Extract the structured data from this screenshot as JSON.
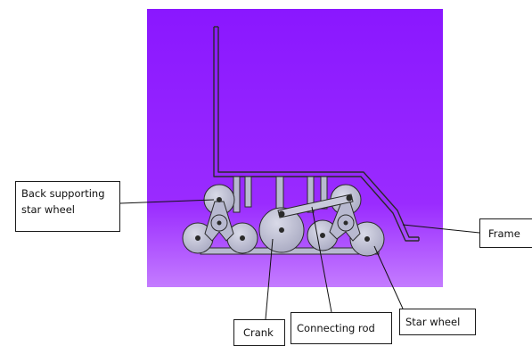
{
  "diagram": {
    "background_top_color": "#8a17ff",
    "background_bottom_color": "#c47cff",
    "part_color": "#b8b9d0",
    "outline_color": "#2a2a2a",
    "labels": {
      "back_supporting_line1": "Back supporting",
      "back_supporting_line2": "star wheel",
      "frame": "Frame",
      "crank": "Crank",
      "connecting_rod": "Connecting rod",
      "star_wheel": "Star wheel"
    }
  }
}
